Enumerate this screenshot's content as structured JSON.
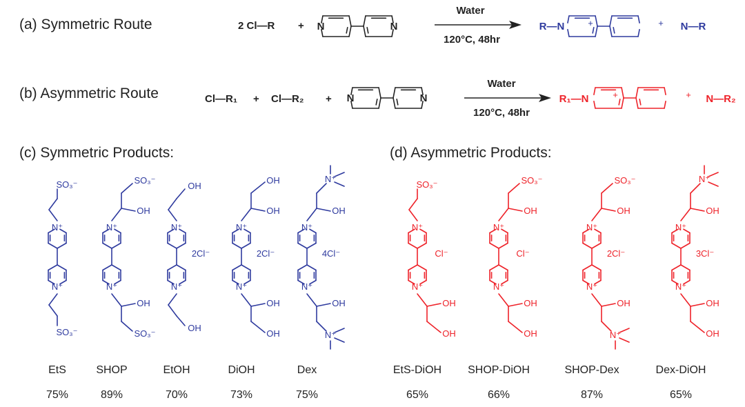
{
  "colors": {
    "symmetric": "#2e3a9e",
    "asymmetric": "#ee2229",
    "reagent": "#222222"
  },
  "routes": [
    {
      "label": "(a) Symmetric Route",
      "reagents": [
        "2 Cl—R",
        "+",
        "+"
      ],
      "ring_N": [
        "N",
        "N"
      ],
      "condition_top": "Water",
      "condition_bottom": "120°C, 48hr",
      "product": {
        "left": "R—N",
        "right": "N—R",
        "charge": "+"
      }
    },
    {
      "label": "(b) Asymmetric Route",
      "reagents": [
        "Cl—R₁",
        "+",
        "Cl—R₂",
        "+"
      ],
      "ring_N": [
        "N",
        "N"
      ],
      "condition_top": "Water",
      "condition_bottom": "120°C, 48hr",
      "product": {
        "left": "R₁—N",
        "right": "N—R₂",
        "charge": "+"
      }
    }
  ],
  "sections": {
    "symmetric": "(c) Symmetric Products:",
    "asymmetric": "(d) Asymmetric Products:"
  },
  "products": [
    {
      "name": "EtS",
      "yield": "75%",
      "kind": "symmetric",
      "top": "SO3",
      "bottom": "SO3",
      "counterion": ""
    },
    {
      "name": "SHOP",
      "yield": "89%",
      "kind": "symmetric",
      "top": "SHOP",
      "bottom": "SHOP",
      "counterion": ""
    },
    {
      "name": "EtOH",
      "yield": "70%",
      "kind": "symmetric",
      "top": "EtOH",
      "bottom": "EtOH",
      "counterion": "2Cl⁻"
    },
    {
      "name": "DiOH",
      "yield": "73%",
      "kind": "symmetric",
      "top": "DiOH",
      "bottom": "DiOH",
      "counterion": "2Cl⁻"
    },
    {
      "name": "Dex",
      "yield": "75%",
      "kind": "symmetric",
      "top": "Dex",
      "bottom": "Dex",
      "counterion": "4Cl⁻"
    },
    {
      "name": "EtS-DiOH",
      "yield": "65%",
      "kind": "asymmetric",
      "top": "SO3",
      "bottom": "DiOH",
      "counterion": "Cl⁻"
    },
    {
      "name": "SHOP-DiOH",
      "yield": "66%",
      "kind": "asymmetric",
      "top": "SHOP",
      "bottom": "DiOH",
      "counterion": "Cl⁻"
    },
    {
      "name": "SHOP-Dex",
      "yield": "87%",
      "kind": "asymmetric",
      "top": "SHOP",
      "bottom": "Dex",
      "counterion": "2Cl⁻"
    },
    {
      "name": "Dex-DiOH",
      "yield": "65%",
      "kind": "asymmetric",
      "top": "Dex",
      "bottom": "DiOH",
      "counterion": "3Cl⁻"
    }
  ],
  "atom_labels": {
    "nitrogen": "N",
    "n_plus": "N⁺",
    "sulfonate": "SO₃⁻",
    "hydroxyl": "OH",
    "ammonium": "N⁺"
  }
}
